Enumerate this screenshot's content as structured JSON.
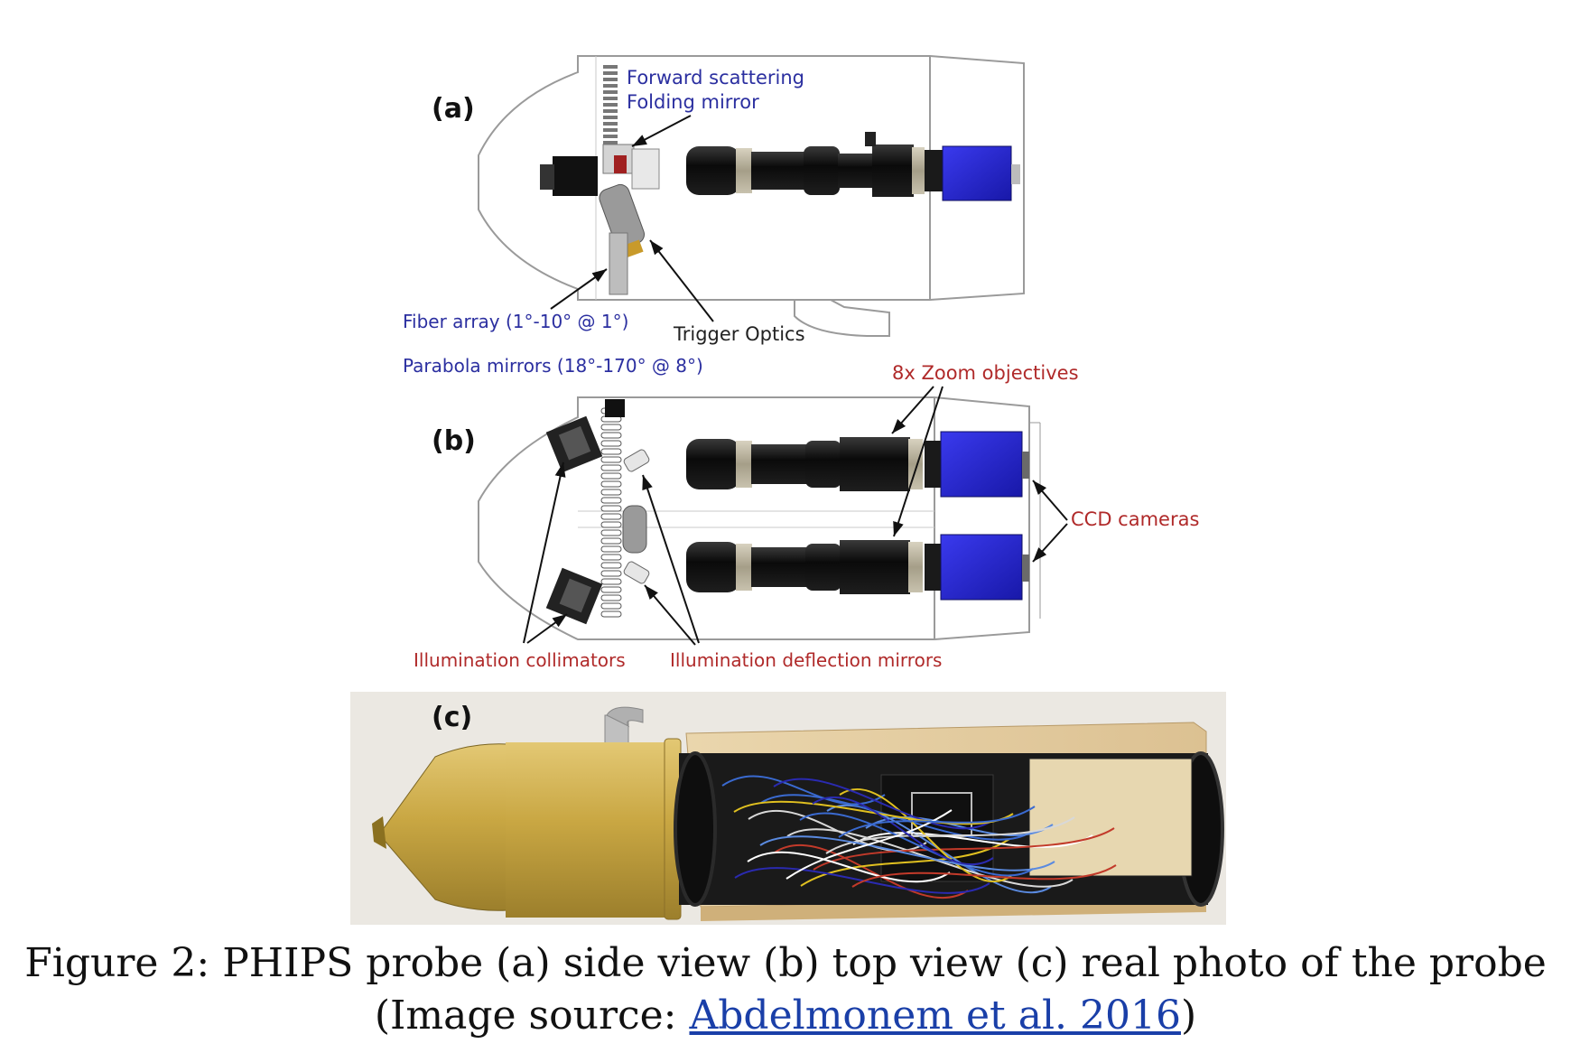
{
  "panels": {
    "a": {
      "label": "(a)",
      "annotations": {
        "forward_scattering": "Forward scattering",
        "folding_mirror": "Folding mirror",
        "fiber_array": "Fiber array (1°-10° @ 1°)",
        "trigger_optics": "Trigger Optics"
      }
    },
    "b": {
      "label": "(b)",
      "annotations": {
        "parabola_mirrors": "Parabola mirrors (18°-170° @ 8°)",
        "zoom_objectives": "8x Zoom objectives",
        "ccd_cameras": "CCD cameras",
        "illumination_collimators": "Illumination collimators",
        "illumination_deflection_mirrors": "Illumination deflection mirrors"
      }
    },
    "c": {
      "label": "(c)"
    }
  },
  "caption": {
    "line1": "Figure 2: PHIPS probe (a) side view (b) top view (c) real photo of the probe",
    "line2_prefix": "(Image source: ",
    "link_text": "Abdelmonem et al. 2016",
    "line2_suffix": ")"
  },
  "colors": {
    "label_blue": "#2b2fa0",
    "label_red": "#b02a2a",
    "label_dark": "#222222",
    "camera_blue": "#2222cc",
    "probe_gold": "#c9a743",
    "link": "#1a3fa8"
  }
}
